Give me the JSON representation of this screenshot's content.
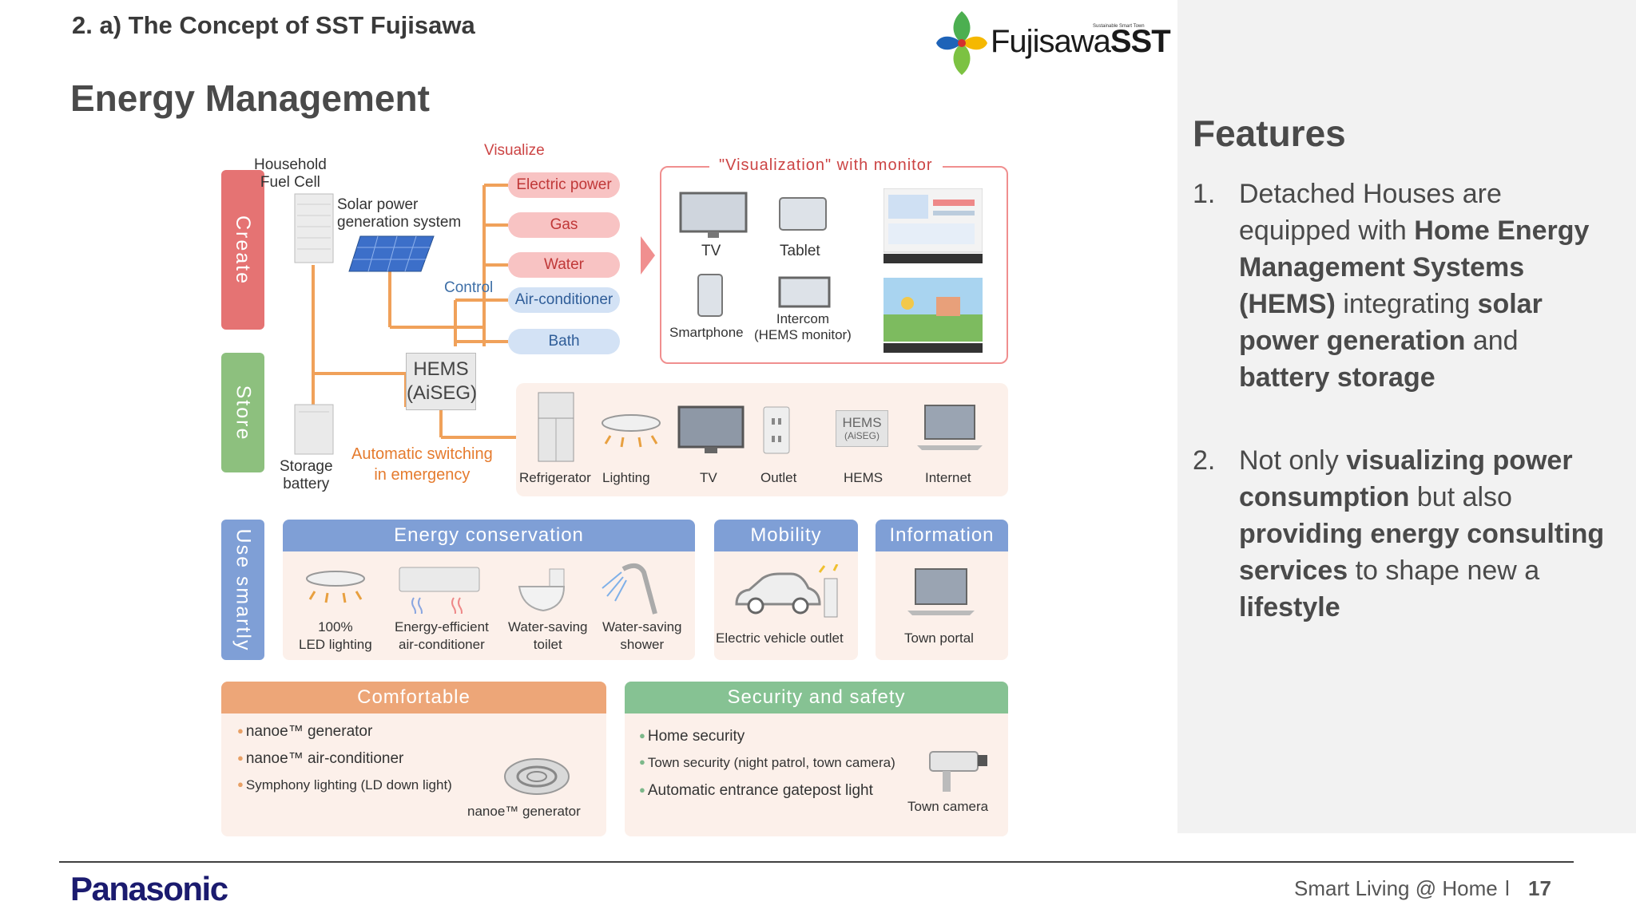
{
  "header": {
    "section_title": "2. a) The Concept of SST Fujisawa",
    "slide_title": "Energy Management",
    "logo": {
      "name": "Fujisawa",
      "suffix": "SST",
      "tagline": "Sustainable Smart Town"
    }
  },
  "diagram": {
    "tabs": {
      "create": "Create",
      "store": "Store",
      "use": "Use smartly"
    },
    "sources": {
      "fuel_cell": [
        "Household",
        "Fuel Cell"
      ],
      "solar": [
        "Solar power",
        "generation system"
      ],
      "storage": [
        "Storage",
        "battery"
      ]
    },
    "visualize_label": "Visualize",
    "control_label": "Control",
    "pills_visualize": [
      "Electric power",
      "Gas",
      "Water"
    ],
    "pills_control": [
      "Air-conditioner",
      "Bath"
    ],
    "hems": [
      "HEMS",
      "(AiSEG)"
    ],
    "auto_switch": [
      "Automatic switching",
      "in emergency"
    ],
    "monitor_box": {
      "title": "\"Visualization\" with monitor",
      "devices": {
        "tv": "TV",
        "tablet": "Tablet",
        "smartphone": "Smartphone",
        "intercom": [
          "Intercom",
          "(HEMS monitor)"
        ]
      }
    },
    "appliances": [
      "Refrigerator",
      "Lighting",
      "TV",
      "Outlet",
      "HEMS",
      "Internet"
    ],
    "hems_icon": [
      "HEMS",
      "(AiSEG)"
    ],
    "energy_conservation": {
      "title": "Energy conservation",
      "items": [
        [
          "100%",
          "LED lighting"
        ],
        [
          "Energy-efficient",
          "air-conditioner"
        ],
        [
          "Water-saving",
          "toilet"
        ],
        [
          "Water-saving",
          "shower"
        ]
      ]
    },
    "mobility": {
      "title": "Mobility",
      "item": "Electric vehicle outlet"
    },
    "information": {
      "title": "Information",
      "item": "Town portal"
    },
    "comfortable": {
      "title": "Comfortable",
      "bullets": [
        "nanoe™ generator",
        "nanoe™ air-conditioner",
        "Symphony lighting (LD down light)"
      ],
      "caption": "nanoe™ generator"
    },
    "security": {
      "title": "Security and safety",
      "bullets": [
        "Home security",
        "Town security (night patrol, town camera)",
        "Automatic entrance gatepost light"
      ],
      "caption": "Town camera"
    },
    "colors": {
      "create": "#e57373",
      "store": "#8dc07e",
      "use": "#7f9fd6",
      "orange_line": "#f0a15a",
      "comfortable": "#eda678",
      "security": "#86c293"
    }
  },
  "features": {
    "heading": "Features",
    "items": [
      {
        "num": "1.",
        "parts": [
          "Detached Houses are equipped with ",
          "Home Energy Management Systems (HEMS)",
          " integrating ",
          "solar power generation",
          " and ",
          "battery storage"
        ]
      },
      {
        "num": "2.",
        "parts": [
          "Not only ",
          "visualizing power consumption",
          " but also ",
          "providing energy consulting services",
          " to shape new a ",
          "lifestyle"
        ]
      }
    ]
  },
  "footer": {
    "brand": "Panasonic",
    "text": "Smart Living @ Home",
    "separator": "l",
    "page": "17"
  }
}
